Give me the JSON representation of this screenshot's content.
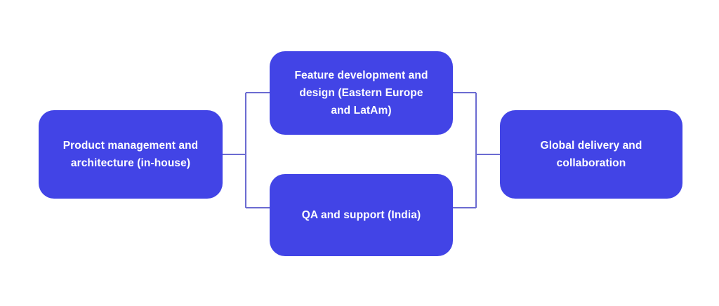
{
  "diagram": {
    "type": "flow-diagram",
    "orientation": "left-to-right",
    "background_color": "#ffffff",
    "node_fill_color": "#4244e6",
    "node_text_color": "#ffffff",
    "connector_color": "#6b6bd1",
    "nodes": [
      {
        "id": "product-management",
        "label": "Product management and\narchitecture (in-house)",
        "column": 1
      },
      {
        "id": "feature-development",
        "label": "Feature development and\ndesign (Eastern Europe\nand LatAm)",
        "column": 2
      },
      {
        "id": "qa-support",
        "label": "QA and support (India)",
        "column": 2
      },
      {
        "id": "global-delivery",
        "label": "Global delivery and\ncollaboration",
        "column": 3
      }
    ],
    "edges": [
      {
        "from": "product-management",
        "to": "feature-development"
      },
      {
        "from": "product-management",
        "to": "qa-support"
      },
      {
        "from": "feature-development",
        "to": "global-delivery"
      },
      {
        "from": "qa-support",
        "to": "global-delivery"
      }
    ]
  }
}
